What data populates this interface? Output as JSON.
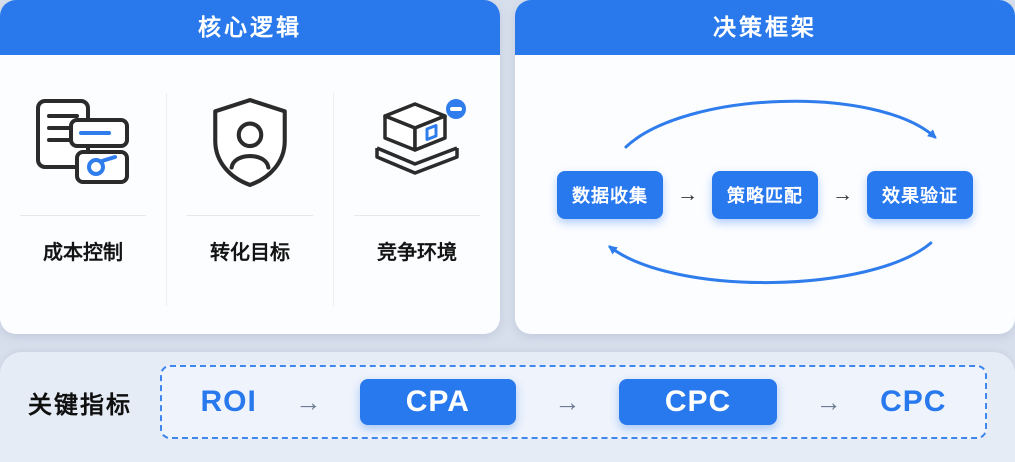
{
  "panels": {
    "core_logic": {
      "title": "核心逻辑",
      "items": [
        {
          "label": "成本控制",
          "icon": "documents-checklist-icon"
        },
        {
          "label": "转化目标",
          "icon": "shield-person-icon"
        },
        {
          "label": "竞争环境",
          "icon": "isometric-box-minus-icon"
        }
      ]
    },
    "decision_framework": {
      "title": "决策框架",
      "arrow": "→",
      "steps": [
        {
          "label": "数据收集"
        },
        {
          "label": "策略匹配"
        },
        {
          "label": "效果验证"
        }
      ]
    }
  },
  "metrics_bar": {
    "label": "关键指标",
    "arrow": "→",
    "items": [
      {
        "label": "ROI",
        "style": "text"
      },
      {
        "label": "CPA",
        "style": "button"
      },
      {
        "label": "CPC",
        "style": "button"
      },
      {
        "label": "CPC",
        "style": "text"
      }
    ]
  },
  "colors": {
    "primary_blue": "#2878ee",
    "page_background": "#d8dfec",
    "card_background": "#fcfdff",
    "metrics_background": "#e6ecf6"
  }
}
